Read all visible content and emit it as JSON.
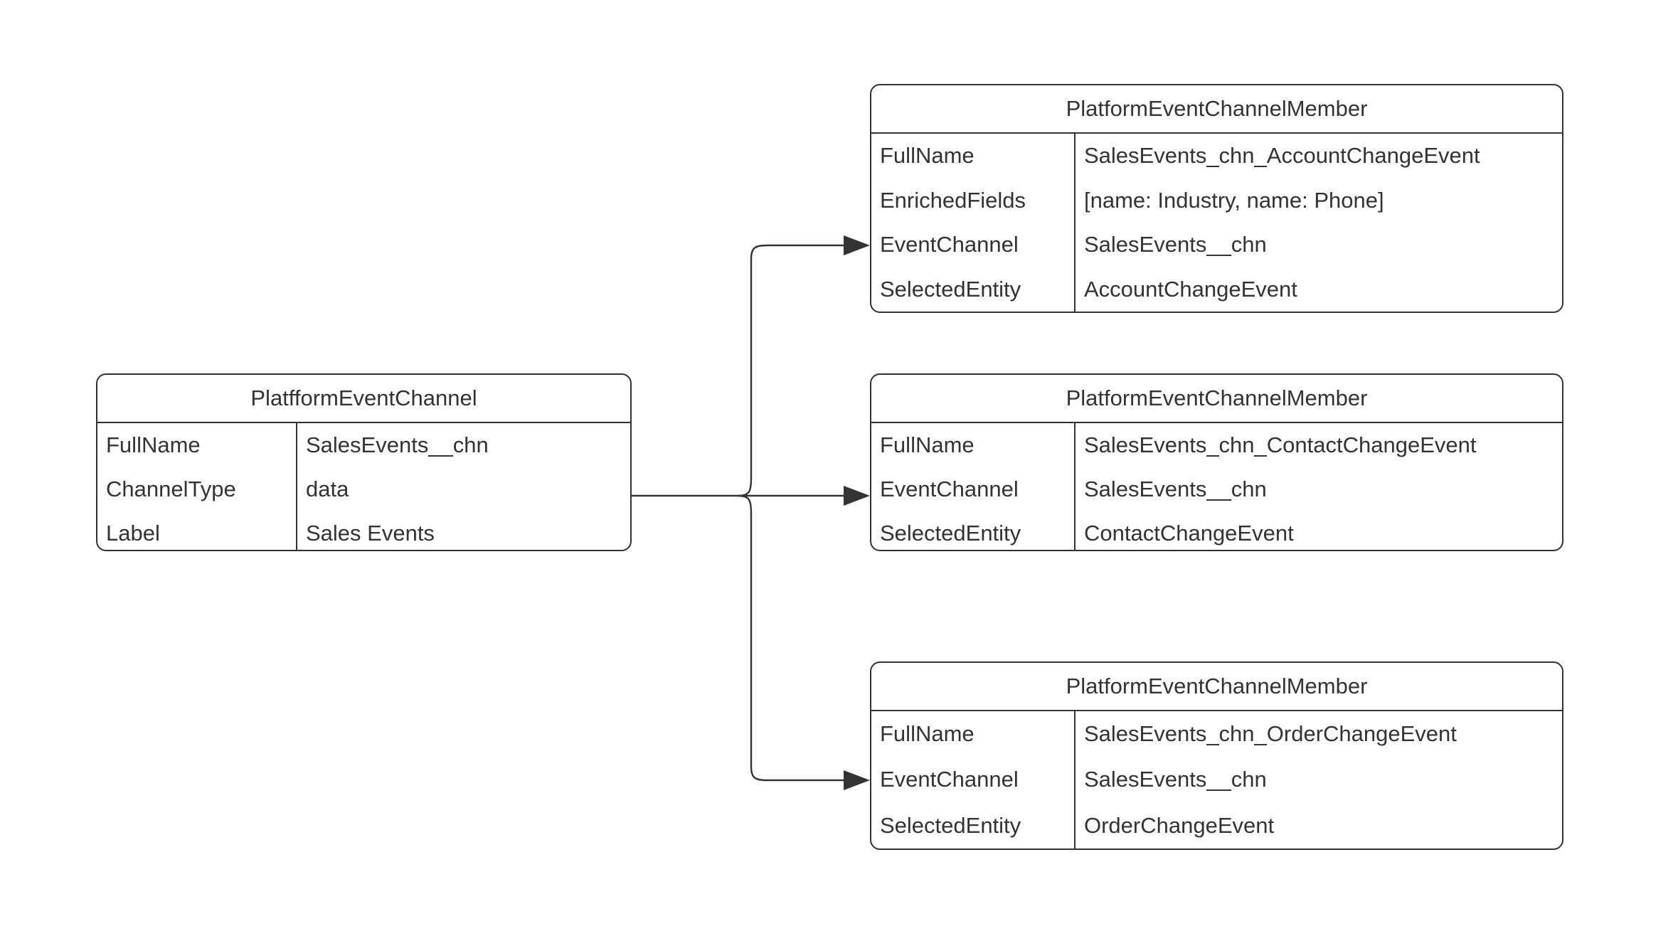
{
  "diagram": {
    "type": "entity-relationship",
    "background_color": "#ffffff",
    "stroke_color": "#333333",
    "text_color": "#333333",
    "source_node": {
      "title": "PlatfformEventChannel",
      "rows": [
        {
          "key": "FullName",
          "value": "SalesEvents__chn"
        },
        {
          "key": "ChannelType",
          "value": "data"
        },
        {
          "key": "Label",
          "value": "Sales Events"
        }
      ]
    },
    "member_nodes": [
      {
        "title": "PlatformEventChannelMember",
        "rows": [
          {
            "key": "FullName",
            "value": "SalesEvents_chn_AccountChangeEvent"
          },
          {
            "key": "EnrichedFields",
            "value": "[name: Industry, name: Phone]"
          },
          {
            "key": "EventChannel",
            "value": "SalesEvents__chn"
          },
          {
            "key": "SelectedEntity",
            "value": "AccountChangeEvent"
          }
        ]
      },
      {
        "title": "PlatformEventChannelMember",
        "rows": [
          {
            "key": "FullName",
            "value": "SalesEvents_chn_ContactChangeEvent"
          },
          {
            "key": "EventChannel",
            "value": "SalesEvents__chn"
          },
          {
            "key": "SelectedEntity",
            "value": "ContactChangeEvent"
          }
        ]
      },
      {
        "title": "PlatformEventChannelMember",
        "rows": [
          {
            "key": "FullName",
            "value": "SalesEvents_chn_OrderChangeEvent"
          },
          {
            "key": "EventChannel",
            "value": "SalesEvents__chn"
          },
          {
            "key": "SelectedEntity",
            "value": "OrderChangeEvent"
          }
        ]
      }
    ],
    "edges": [
      {
        "name": "edge-to-account-member",
        "from": "PlatfformEventChannel",
        "to": "SalesEvents_chn_AccountChangeEvent",
        "arrow": "solid-triangle"
      },
      {
        "name": "edge-to-contact-member",
        "from": "PlatfformEventChannel",
        "to": "SalesEvents_chn_ContactChangeEvent",
        "arrow": "solid-triangle"
      },
      {
        "name": "edge-to-order-member",
        "from": "PlatfformEventChannel",
        "to": "SalesEvents_chn_OrderChangeEvent",
        "arrow": "solid-triangle"
      }
    ]
  }
}
